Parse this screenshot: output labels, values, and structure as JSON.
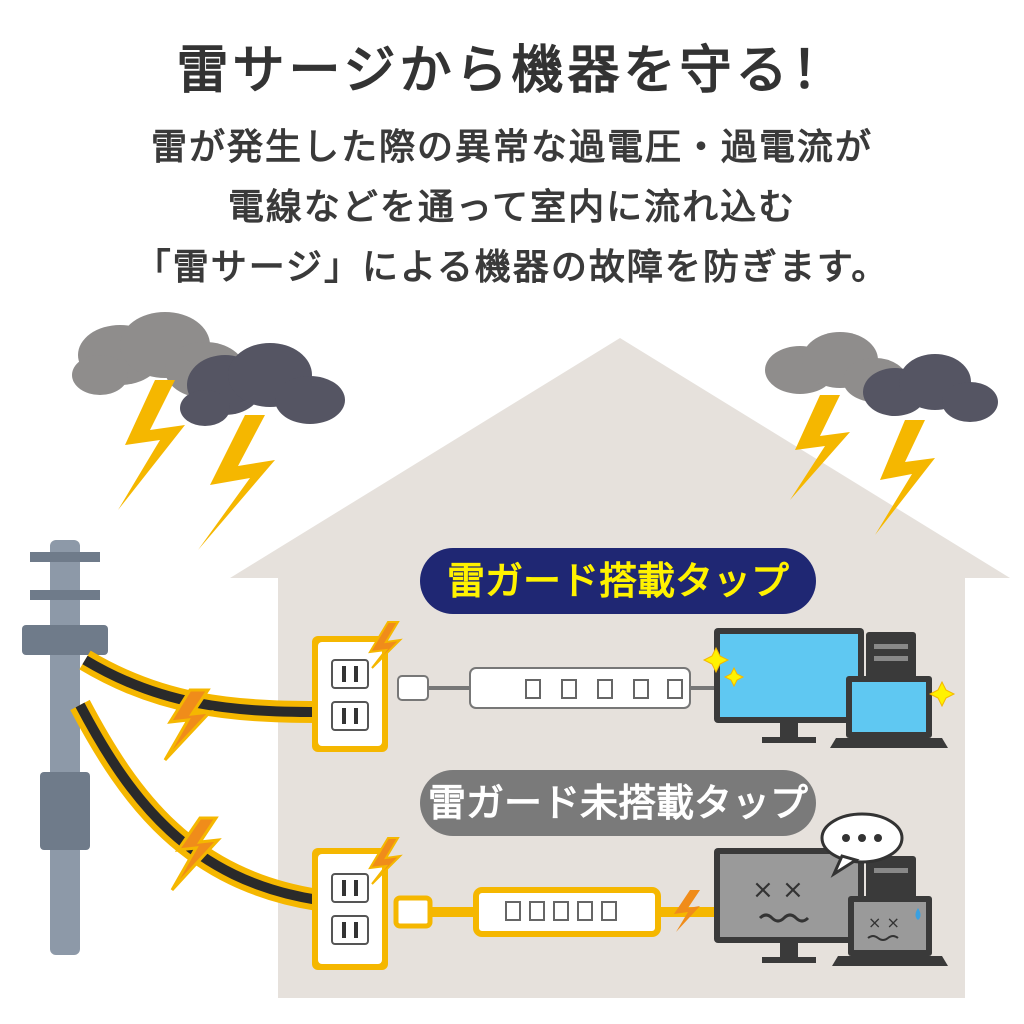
{
  "header": {
    "title": "雷サージから機器を守る！",
    "lines": [
      "雷が発生した際の異常な過電圧・過電流が",
      "電線などを通って室内に流れ込む",
      "「雷サージ」による機器の故障を防ぎます。"
    ]
  },
  "labels": {
    "with_guard": "雷ガード搭載タップ",
    "without_guard": "雷ガード未搭載タップ"
  },
  "speech_bubble": "…",
  "colors": {
    "house": "#e6e1dc",
    "bolt": "#f5b700",
    "pill_on_bg": "#1f2773",
    "pill_on_text": "#fff200",
    "pill_off_bg": "#7a7a7a",
    "monitor_ok": "#5fc8f2",
    "monitor_broken": "#9a9a9a"
  }
}
